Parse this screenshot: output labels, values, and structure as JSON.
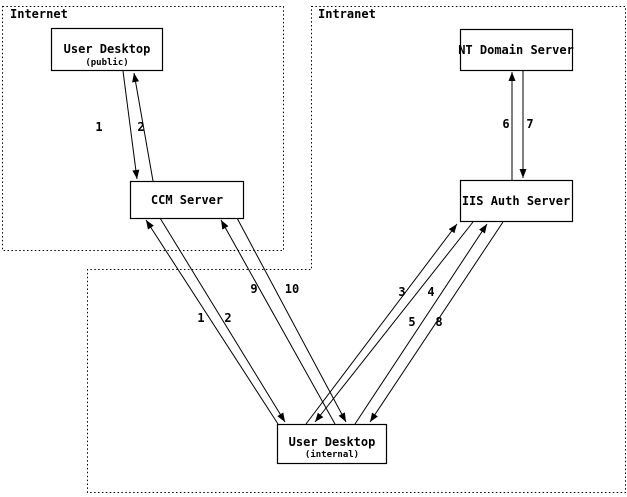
{
  "diagram": {
    "title_hint": "Authentication / CCM network flow diagram",
    "colors": {
      "line": "#000000",
      "background": "#ffffff"
    },
    "zones": [
      {
        "label": "Internet"
      },
      {
        "label": "Intranet"
      }
    ],
    "nodes": [
      {
        "id": "user-desktop-public",
        "title": "User Desktop",
        "subtitle": "(public)"
      },
      {
        "id": "ccm-server",
        "title": "CCM Server"
      },
      {
        "id": "nt-domain-server",
        "title": "NT Domain Server"
      },
      {
        "id": "iis-auth-server",
        "title": "IIS Auth Server"
      },
      {
        "id": "user-desktop-internal",
        "title": "User Desktop",
        "subtitle": "(internal)"
      }
    ],
    "flows": [
      {
        "label": "1",
        "from": "user-desktop-public",
        "to": "ccm-server"
      },
      {
        "label": "2",
        "from": "ccm-server",
        "to": "user-desktop-public"
      },
      {
        "label": "1",
        "from": "user-desktop-internal",
        "to": "ccm-server"
      },
      {
        "label": "2",
        "from": "ccm-server",
        "to": "user-desktop-internal"
      },
      {
        "label": "9",
        "from": "user-desktop-internal",
        "to": "ccm-server"
      },
      {
        "label": "10",
        "from": "ccm-server",
        "to": "user-desktop-internal"
      },
      {
        "label": "3",
        "from": "user-desktop-internal",
        "to": "iis-auth-server"
      },
      {
        "label": "4",
        "from": "iis-auth-server",
        "to": "user-desktop-internal"
      },
      {
        "label": "5",
        "from": "user-desktop-internal",
        "to": "iis-auth-server"
      },
      {
        "label": "8",
        "from": "iis-auth-server",
        "to": "user-desktop-internal"
      },
      {
        "label": "6",
        "from": "iis-auth-server",
        "to": "nt-domain-server"
      },
      {
        "label": "7",
        "from": "nt-domain-server",
        "to": "iis-auth-server"
      }
    ]
  }
}
